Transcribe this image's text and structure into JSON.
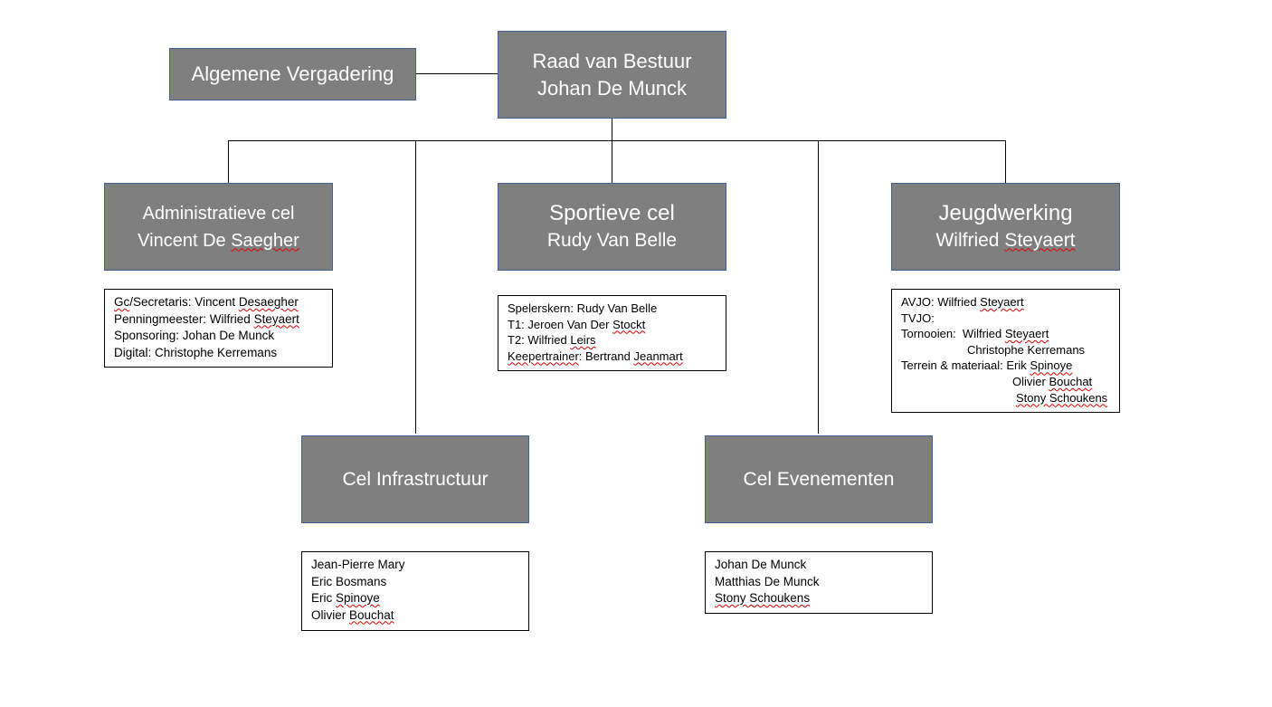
{
  "top": {
    "assembly": "Algemene Vergadering",
    "board_title": "Raad van Bestuur",
    "board_person": "Johan De Munck"
  },
  "cells": {
    "admin": {
      "title": "Administratieve cel",
      "person": "Vincent De Saegher"
    },
    "sport": {
      "title": "Sportieve cel",
      "person": "Rudy Van Belle"
    },
    "youth": {
      "title": "Jeugdwerking",
      "person": "Wilfried Steyaert"
    },
    "infra": {
      "title": "Cel Infrastructuur"
    },
    "events": {
      "title": "Cel Evenementen"
    }
  },
  "details": {
    "admin": [
      "Gc/Secretaris: Vincent Desaegher",
      "Penningmeester: Wilfried Steyaert",
      "Sponsoring: Johan De Munck",
      "Digital: Christophe Kerremans"
    ],
    "sport": [
      "Spelerskern: Rudy Van Belle",
      "T1: Jeroen Van Der Stockt",
      "T2: Wilfried Leirs",
      "Keepertrainer: Bertrand Jeanmart"
    ],
    "youth": [
      "AVJO: Wilfried Steyaert",
      "TVJO:",
      "Tornooien:  Wilfried Steyaert",
      "Christophe Kerremans",
      "Terrein & materiaal: Erik Spinoye",
      "Olivier Bouchat",
      "Stony Schoukens"
    ],
    "infra": [
      "Jean-Pierre Mary",
      "Eric Bosmans",
      "Eric Spinoye",
      "Olivier Bouchat"
    ],
    "events": [
      "Johan De Munck",
      "Matthias De Munck",
      "Stony Schoukens"
    ]
  }
}
